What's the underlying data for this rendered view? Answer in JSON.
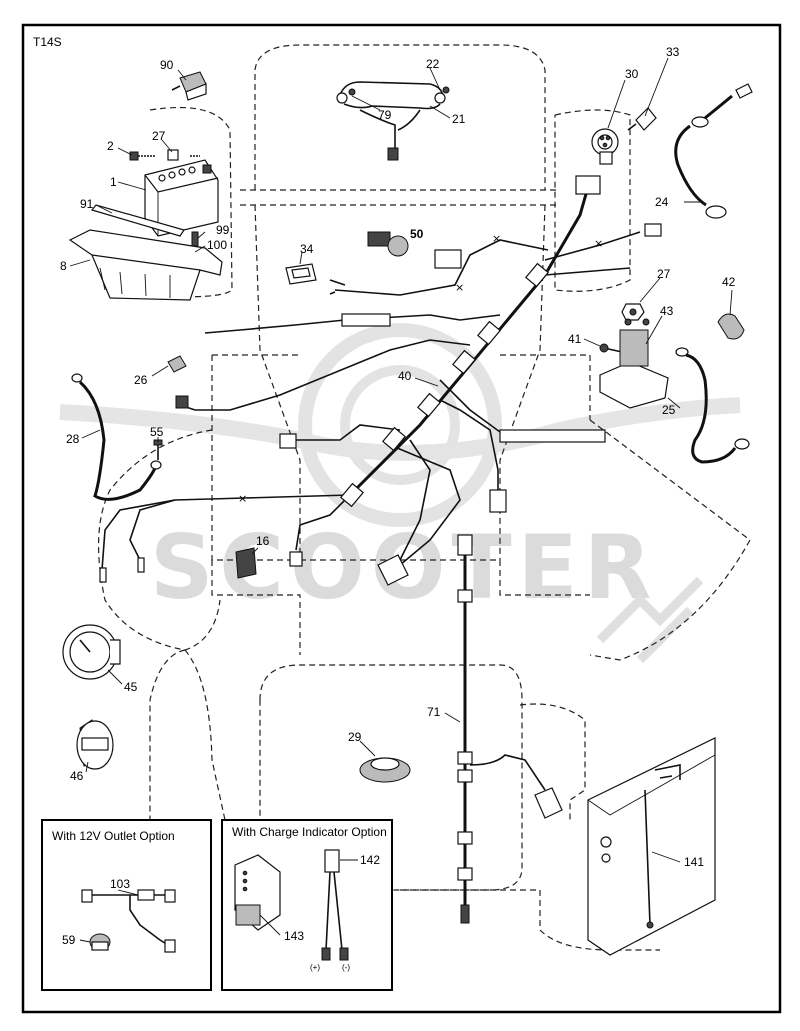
{
  "diagram": {
    "code": "T14S",
    "watermark": "SCOOTER",
    "callouts": [
      {
        "id": "c90",
        "text": "90"
      },
      {
        "id": "c22",
        "text": "22"
      },
      {
        "id": "c79",
        "text": "79"
      },
      {
        "id": "c21",
        "text": "21"
      },
      {
        "id": "c33",
        "text": "33"
      },
      {
        "id": "c30",
        "text": "30"
      },
      {
        "id": "c2",
        "text": "2"
      },
      {
        "id": "c27a",
        "text": "27"
      },
      {
        "id": "c1",
        "text": "1"
      },
      {
        "id": "c91",
        "text": "91"
      },
      {
        "id": "c99",
        "text": "99"
      },
      {
        "id": "c100",
        "text": "100"
      },
      {
        "id": "c8",
        "text": "8"
      },
      {
        "id": "c34",
        "text": "34"
      },
      {
        "id": "c50",
        "text": "50"
      },
      {
        "id": "c24",
        "text": "24"
      },
      {
        "id": "c27b",
        "text": "27"
      },
      {
        "id": "c42",
        "text": "42"
      },
      {
        "id": "c41",
        "text": "41"
      },
      {
        "id": "c43",
        "text": "43"
      },
      {
        "id": "c26",
        "text": "26"
      },
      {
        "id": "c40",
        "text": "40"
      },
      {
        "id": "c25",
        "text": "25"
      },
      {
        "id": "c28",
        "text": "28"
      },
      {
        "id": "c55",
        "text": "55"
      },
      {
        "id": "c16",
        "text": "16"
      },
      {
        "id": "c45",
        "text": "45"
      },
      {
        "id": "c71",
        "text": "71"
      },
      {
        "id": "c29",
        "text": "29"
      },
      {
        "id": "c46",
        "text": "46"
      },
      {
        "id": "c141",
        "text": "141"
      },
      {
        "id": "c103",
        "text": "103"
      },
      {
        "id": "c59",
        "text": "59"
      },
      {
        "id": "c142",
        "text": "142"
      },
      {
        "id": "c143",
        "text": "143"
      }
    ],
    "inset_outlet": {
      "title": "With 12V Outlet Option"
    },
    "inset_charge": {
      "title": "With Charge Indicator Option",
      "plus": "(+)",
      "minus": "(-)"
    }
  }
}
